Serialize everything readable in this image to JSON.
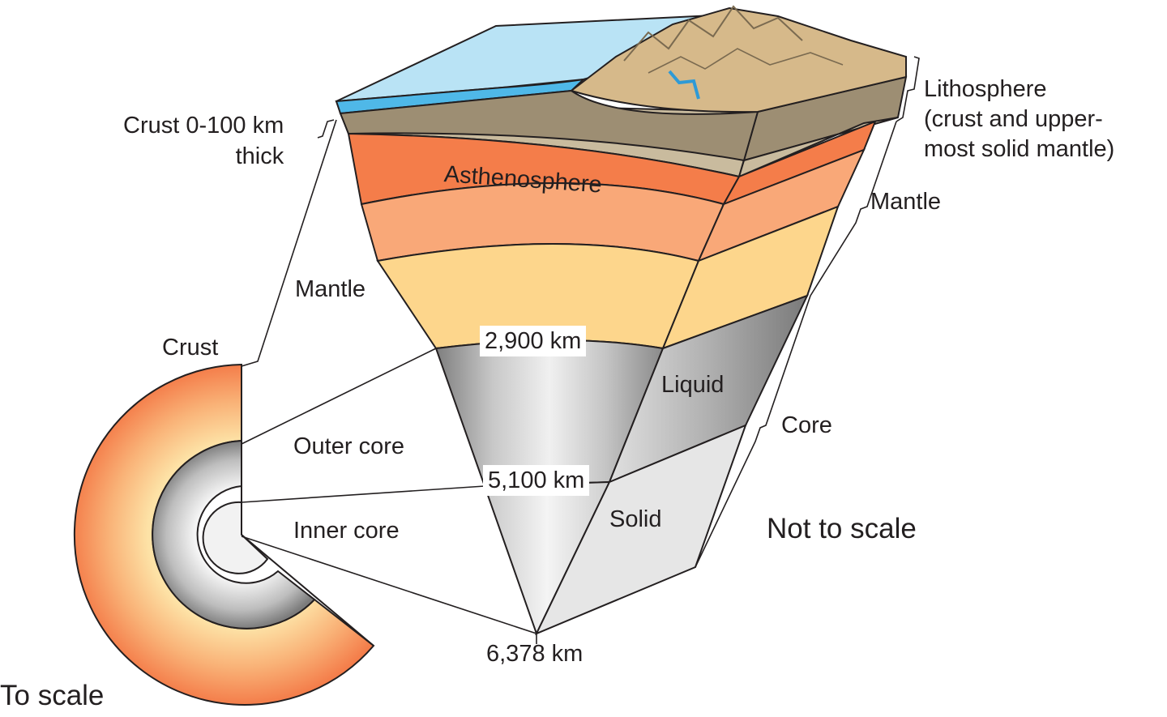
{
  "labels": {
    "crust_range": "Crust 0-100 km\nthick",
    "asthenosphere": "Asthenosphere",
    "lithosphere": "Lithosphere\n(crust and upper-\nmost solid mantle)",
    "mantle_right": "Mantle",
    "mantle_left": "Mantle",
    "crust_left": "Crust",
    "depth_mantle_core": "2,900 km",
    "liquid": "Liquid",
    "core": "Core",
    "outer_core": "Outer core",
    "depth_inner_core": "5,100 km",
    "solid": "Solid",
    "inner_core": "Inner core",
    "not_to_scale": "Not to scale",
    "depth_center": "6,378 km",
    "to_scale": "To scale"
  },
  "colors": {
    "ocean": "#b9e3f5",
    "ocean_water": "#4fb8e8",
    "land_surface": "#d6b98a",
    "crust_brown": "#9d8e73",
    "crust_light": "#c9bb9e",
    "asthenosphere": "#f47d4a",
    "upper_mantle": "#f9a878",
    "lower_mantle": "#fdd68c",
    "outer_core": "#b7b7b7",
    "outer_core_dark": "#8e8e8e",
    "inner_core": "#e4e4e4",
    "outline": "#231f20",
    "river": "#2e9ad6"
  }
}
